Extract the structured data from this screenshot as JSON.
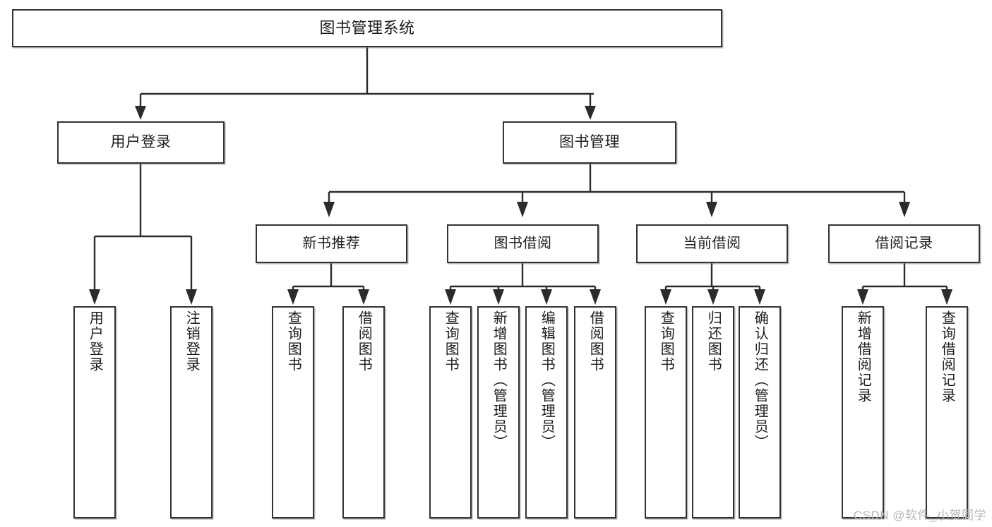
{
  "diagram": {
    "title": "图书管理系统",
    "type": "tree-hierarchy-chart",
    "root": {
      "label": "图书管理系统"
    },
    "level2": [
      {
        "label": "用户登录"
      },
      {
        "label": "图书管理"
      }
    ],
    "level3": [
      {
        "label": "新书推荐",
        "parent": "图书管理"
      },
      {
        "label": "图书借阅",
        "parent": "图书管理"
      },
      {
        "label": "当前借阅",
        "parent": "图书管理"
      },
      {
        "label": "借阅记录",
        "parent": "图书管理"
      }
    ],
    "leaves": [
      {
        "label": "用户登录",
        "parent": "用户登录"
      },
      {
        "label": "注销登录",
        "parent": "用户登录"
      },
      {
        "label": "查询图书",
        "parent": "新书推荐"
      },
      {
        "label": "借阅图书",
        "parent": "新书推荐"
      },
      {
        "label": "查询图书",
        "parent": "图书借阅"
      },
      {
        "label": "新增图书（管理员）",
        "parent": "图书借阅"
      },
      {
        "label": "编辑图书（管理员）",
        "parent": "图书借阅"
      },
      {
        "label": "借阅图书",
        "parent": "图书借阅"
      },
      {
        "label": "查询图书",
        "parent": "当前借阅"
      },
      {
        "label": "归还图书",
        "parent": "当前借阅"
      },
      {
        "label": "确认归还（管理员）",
        "parent": "当前借阅"
      },
      {
        "label": "新增借阅记录",
        "parent": "借阅记录"
      },
      {
        "label": "查询借阅记录",
        "parent": "借阅记录"
      }
    ]
  },
  "watermark": {
    "text": "CSDN @软件_小贺同学"
  },
  "colors": {
    "box_border": "#333333",
    "connector": "#2b2b2b",
    "text": "#1c1c1c",
    "background": "#ffffff",
    "watermark": "#b6b6b6"
  }
}
